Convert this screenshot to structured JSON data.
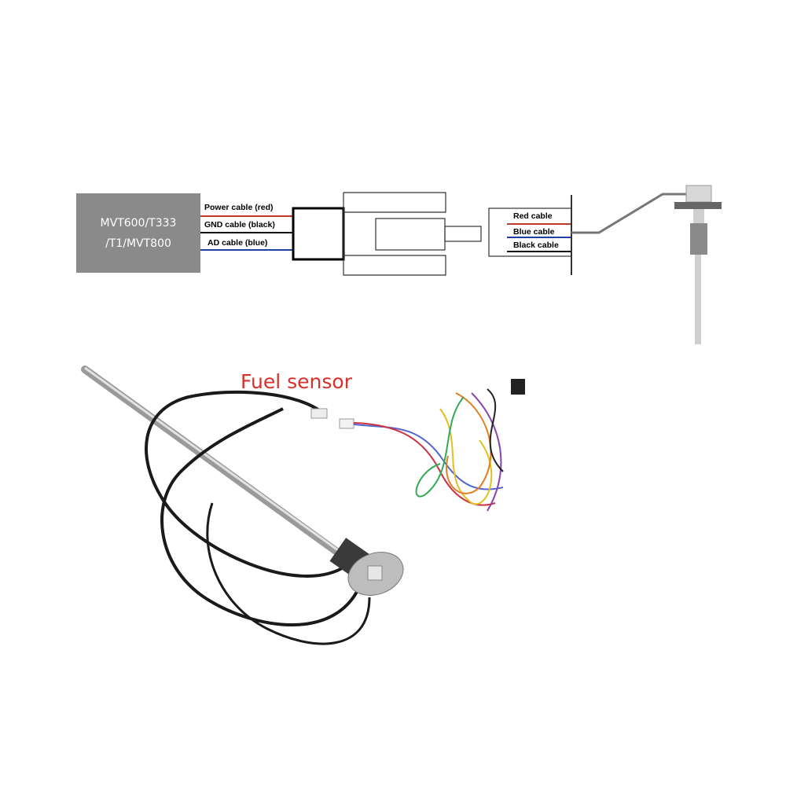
{
  "device": {
    "line1": "MVT600/T333",
    "line2": "/T1/MVT800",
    "fill": "#8a8a8a"
  },
  "left_cables": [
    {
      "label": "Power cable (red)",
      "color": "#c0392b"
    },
    {
      "label": "GND cable (black)",
      "color": "#111111"
    },
    {
      "label": "AD cable (blue)",
      "color": "#1f3fa6"
    }
  ],
  "right_cables": [
    {
      "label": "Red cable",
      "color": "#c0392b"
    },
    {
      "label": "Blue cable",
      "color": "#1f3fa6"
    },
    {
      "label": "Black cable",
      "color": "#111111"
    }
  ],
  "photo": {
    "title": "Fuel sensor",
    "title_color": "#d9302c"
  }
}
